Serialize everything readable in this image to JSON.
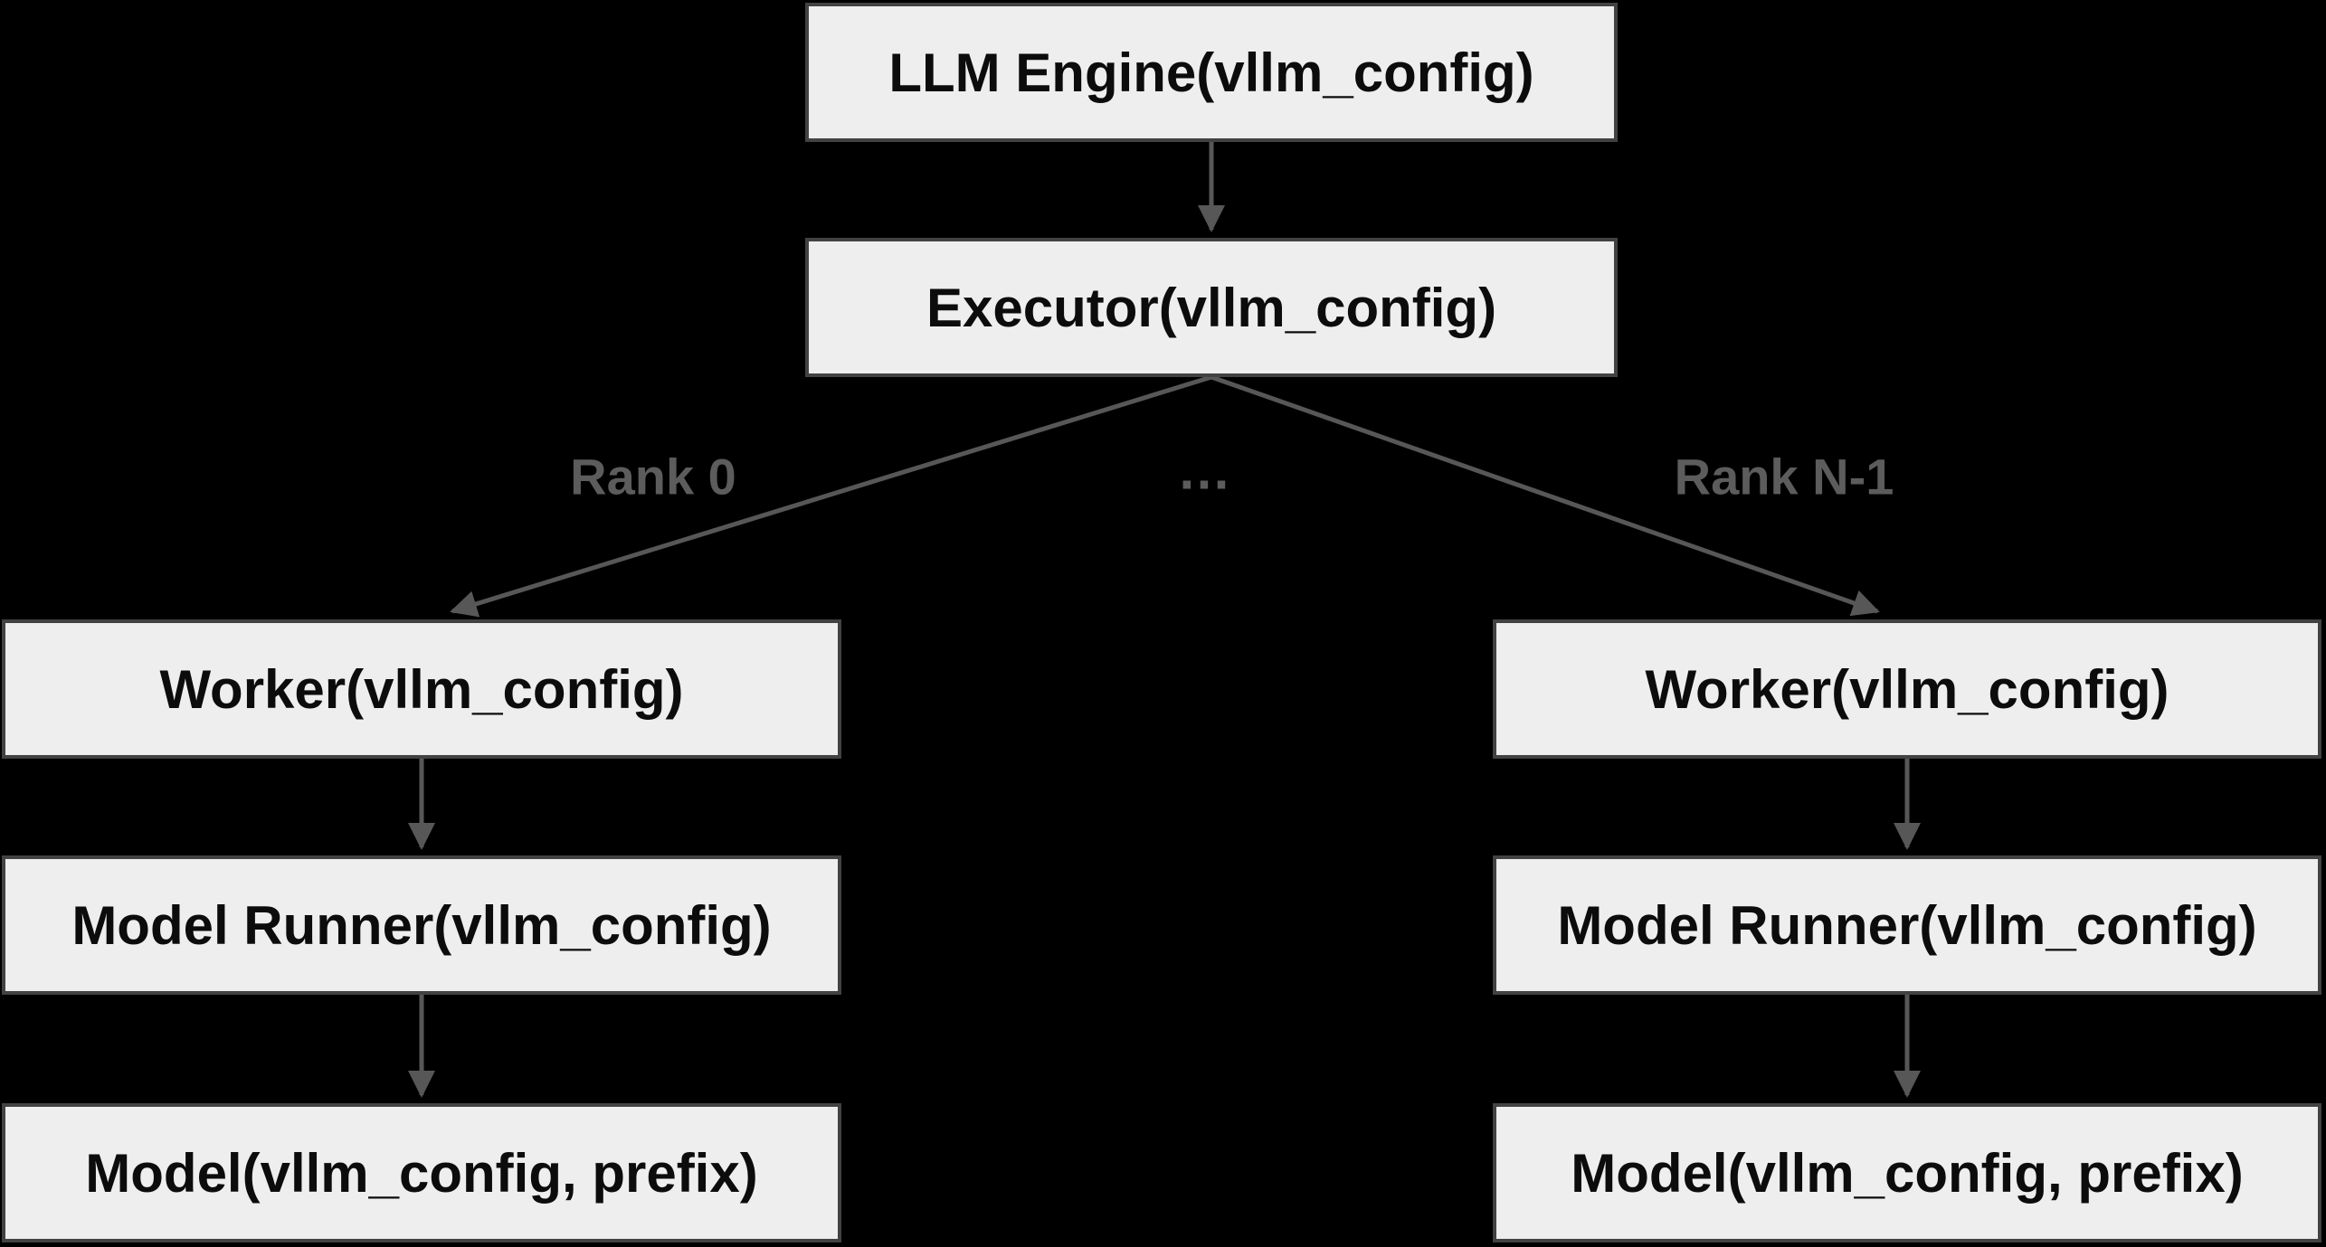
{
  "theme": {
    "background": "#000000",
    "node_fill": "#eeeeee",
    "node_border": "#424242",
    "node_text": "#0c0c0c",
    "connector": "#575757",
    "edge_label_text": "#5c5c5c"
  },
  "diagram": {
    "nodes": [
      {
        "id": "llm-engine",
        "label": "LLM Engine(vllm_config)"
      },
      {
        "id": "executor",
        "label": "Executor(vllm_config)"
      },
      {
        "id": "worker-rank0",
        "label": "Worker(vllm_config)"
      },
      {
        "id": "model-runner-rank0",
        "label": "Model Runner(vllm_config)"
      },
      {
        "id": "model-rank0",
        "label": "Model(vllm_config, prefix)"
      },
      {
        "id": "worker-rankn",
        "label": "Worker(vllm_config)"
      },
      {
        "id": "model-runner-rankn",
        "label": "Model Runner(vllm_config)"
      },
      {
        "id": "model-rankn",
        "label": "Model(vllm_config, prefix)"
      }
    ],
    "edge_labels": [
      {
        "id": "rank-0",
        "text": "Rank 0"
      },
      {
        "id": "ellipsis",
        "text": "…"
      },
      {
        "id": "rank-n-1",
        "text": "Rank N-1"
      }
    ]
  }
}
